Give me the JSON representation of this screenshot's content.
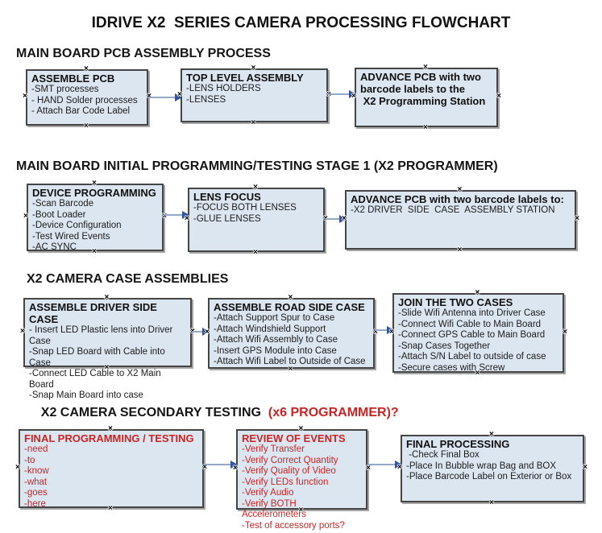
{
  "title": "IDRIVE X2  SERIES CAMERA PROCESSING FLOWCHART",
  "icons": {
    "connector_handle": "×",
    "arrow_head": "right-arrowhead"
  },
  "colors": {
    "box_fill": "#dce6f1",
    "box_border": "#454545",
    "box_shadow": "#a6a6a6",
    "arrow_line": "#93a9c7",
    "arrow_head": "#30549e",
    "red_text": "#cb2424"
  },
  "sections": [
    {
      "header": "MAIN BOARD PCB ASSEMBLY PROCESS",
      "boxes": [
        {
          "title": "ASSEMBLE PCB",
          "items": [
            "-SMT processes",
            "- HAND Solder processes",
            "- Attach Bar Code Label"
          ]
        },
        {
          "title": "TOP LEVEL ASSEMBLY",
          "items": [
            "-LENS HOLDERS",
            "-LENSES"
          ]
        },
        {
          "title": "ADVANCE PCB with two\nbarcode labels to the\n X2 Programming Station",
          "items": []
        }
      ]
    },
    {
      "header": "MAIN BOARD INITIAL PROGRAMMING/TESTING STAGE 1 (X2 PROGRAMMER)",
      "boxes": [
        {
          "title": "DEVICE PROGRAMMING",
          "items": [
            "-Scan Barcode",
            "-Boot Loader",
            "-Device Configuration",
            "-Test Wired Events",
            "-AC SYNC"
          ]
        },
        {
          "title": "LENS FOCUS",
          "items": [
            "-FOCUS BOTH LENSES",
            "-GLUE LENSES"
          ]
        },
        {
          "title": "ADVANCE PCB with two barcode labels to:",
          "items": [
            "-X2 DRIVER  SIDE  CASE  ASSEMBLY STATION"
          ]
        }
      ]
    },
    {
      "header": "X2 CAMERA CASE ASSEMBLIES",
      "boxes": [
        {
          "title": "ASSEMBLE DRIVER SIDE CASE",
          "items": [
            "- Insert LED Plastic lens into Driver Case",
            "-Snap LED Board with Cable into Case",
            "-Connect LED Cable to X2 Main Board",
            "-Snap Main Board into case"
          ]
        },
        {
          "title": "ASSEMBLE ROAD SIDE CASE",
          "items": [
            "-Attach Support Spur to Case",
            "-Attach Windshield Support",
            "-Attach Wifi Assembly to Case",
            "-Insert GPS Module into Case",
            "-Attach Wifi Label to Outside of Case"
          ]
        },
        {
          "title": "JOIN THE TWO CASES",
          "items": [
            "-Slide Wifi Antenna into Driver Case",
            "-Connect Wifi Cable to Main Board",
            "-Connect GPS Cable to Main Board",
            "-Snap Cases Together",
            "-Attach S/N Label to outside of case",
            "-Secure cases with Screw"
          ]
        }
      ]
    },
    {
      "header_black": "X2 CAMERA SECONDARY TESTING ",
      "header_red": " (x6 PROGRAMMER)?",
      "boxes": [
        {
          "title": "FINAL PROGRAMMING / TESTING",
          "items": [
            "-need",
            "-to",
            "-know",
            "-what",
            "-goes",
            "-here"
          ]
        },
        {
          "title": "REVIEW OF EVENTS",
          "items": [
            "-Verify Transfer",
            "-Verify Correct Quantity",
            "-Verify Quality of Video",
            "-Verify LEDs function",
            "-Verify Audio",
            "-Verify BOTH Accelerometers",
            "-Test of accessory ports?"
          ]
        },
        {
          "title": "FINAL PROCESSING",
          "items": [
            " -Check Final Box",
            "-Place In Bubble wrap Bag and BOX",
            "-Place Barcode Label on Exterior or Box"
          ]
        }
      ]
    }
  ]
}
